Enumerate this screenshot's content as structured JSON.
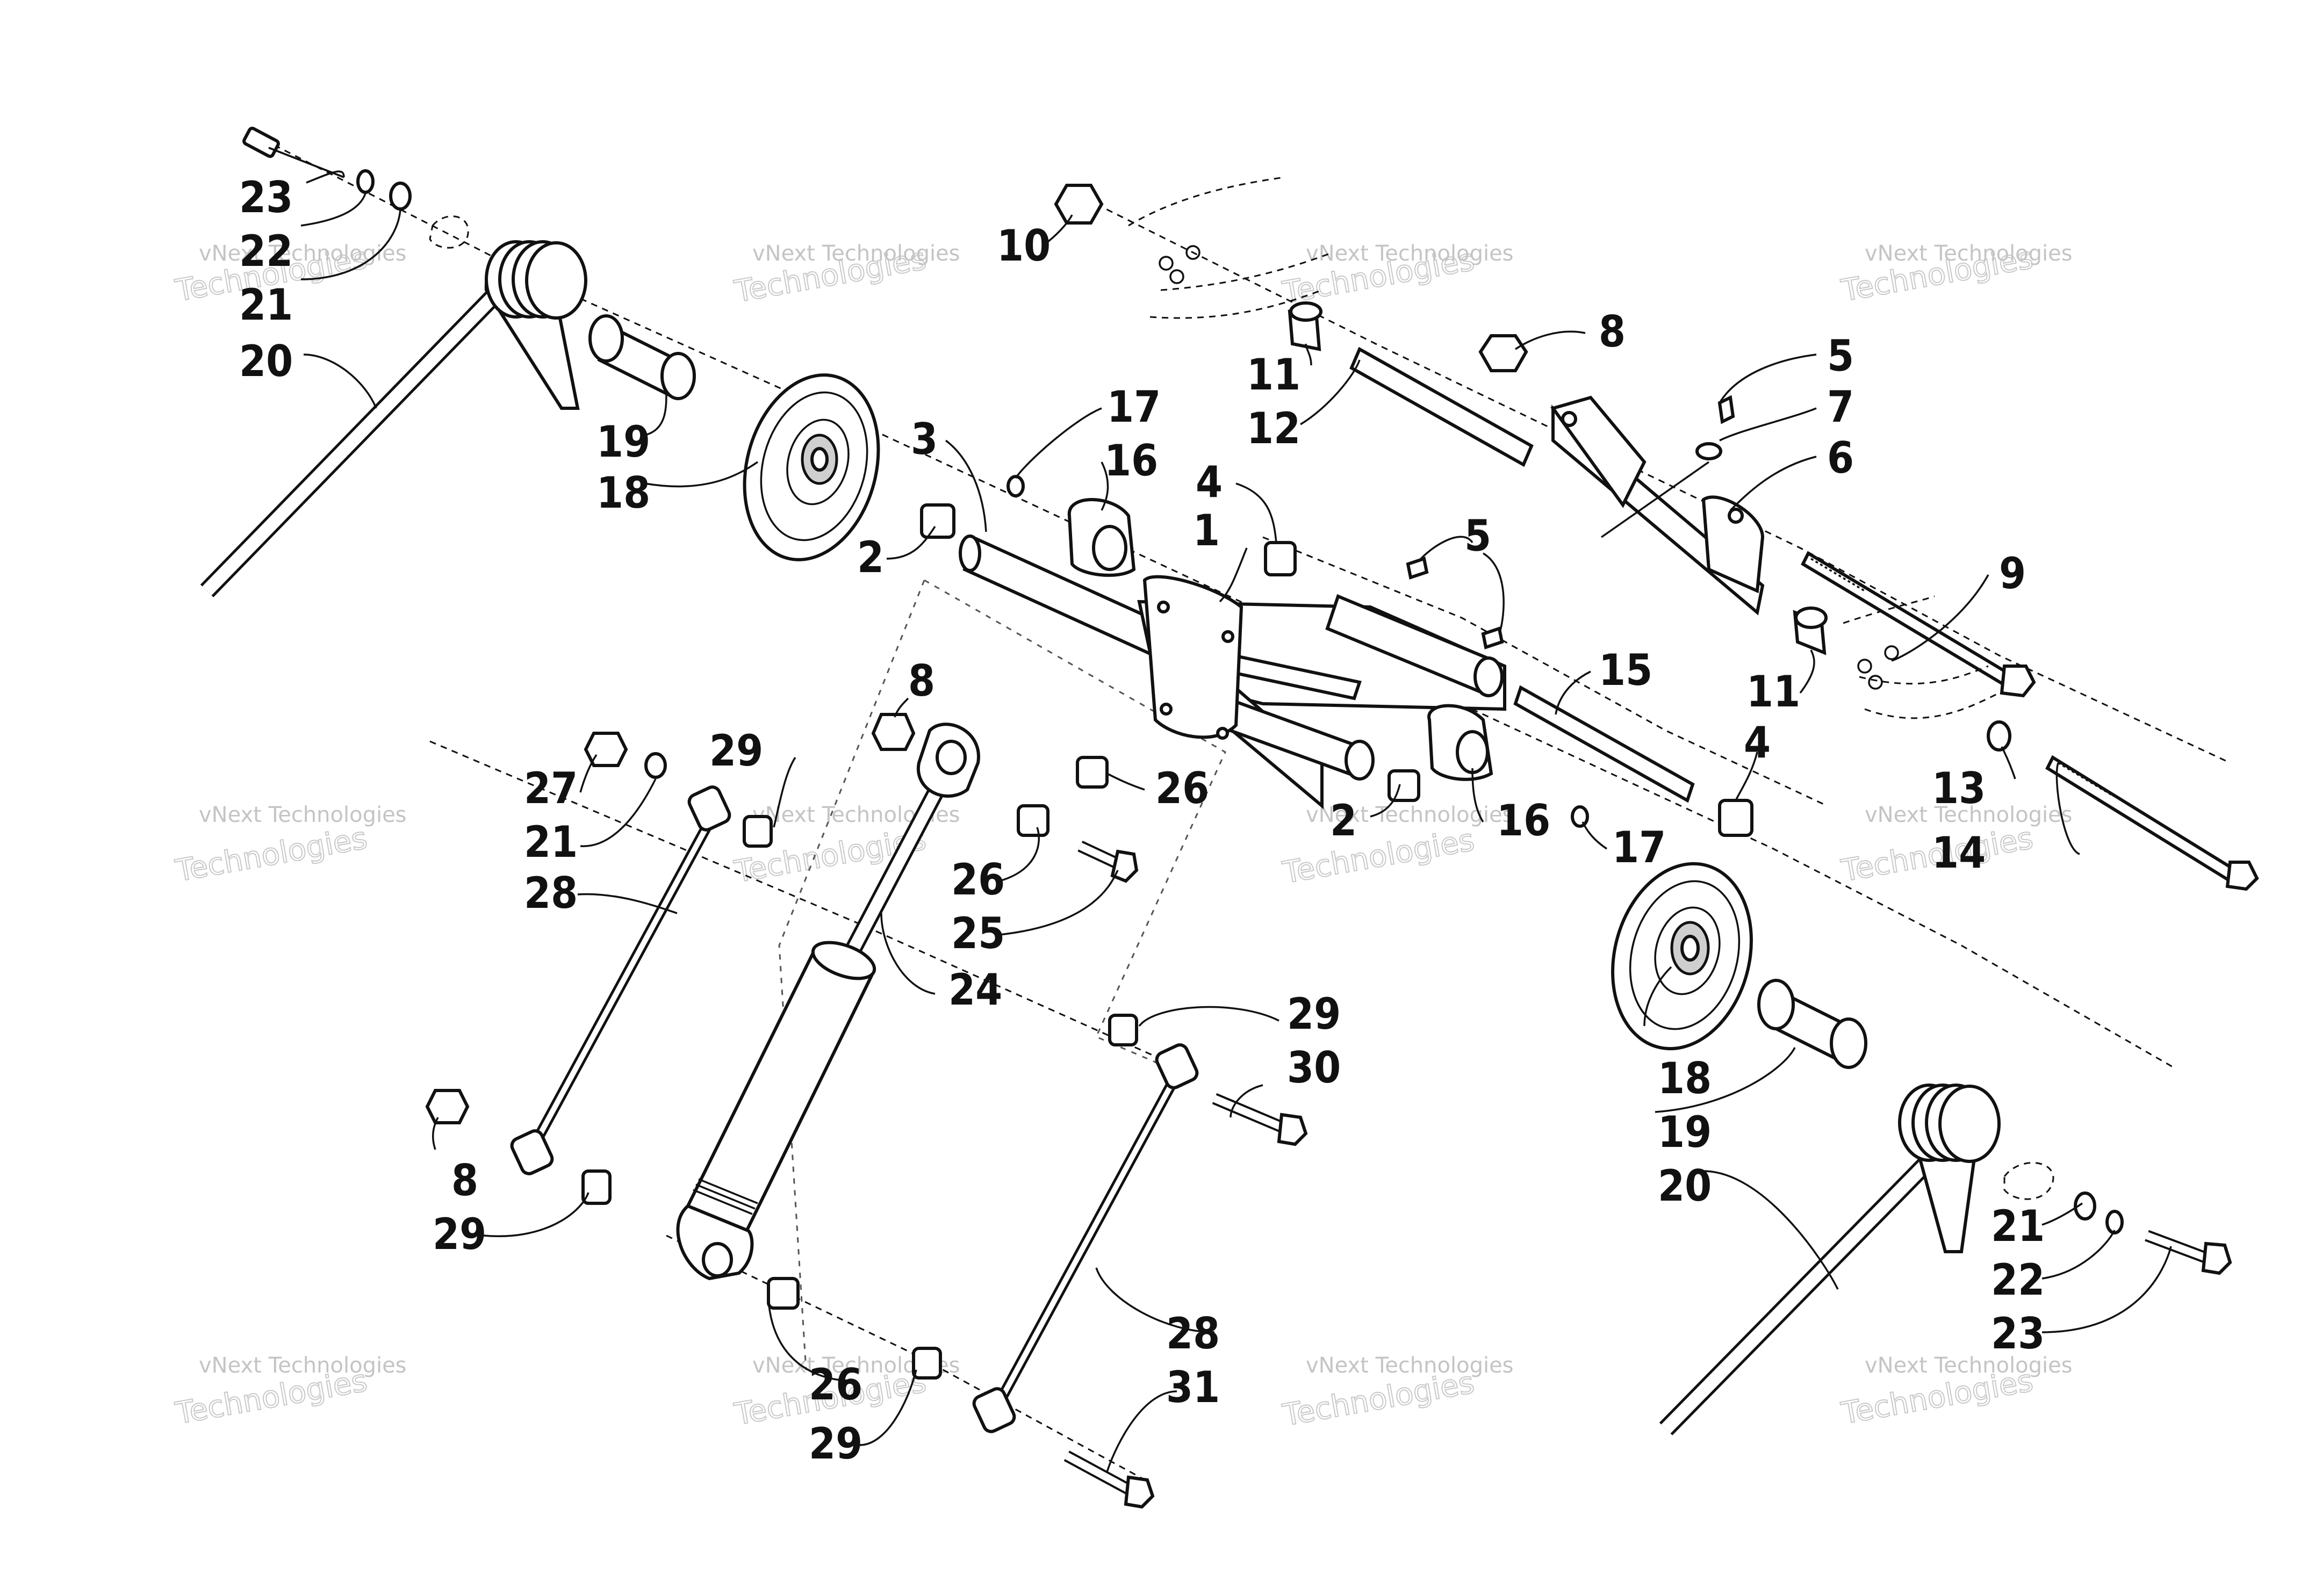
{
  "diagram": {
    "labels": [
      "23",
      "22",
      "21",
      "20",
      "19",
      "18",
      "10",
      "11",
      "12",
      "8",
      "5",
      "7",
      "6",
      "17",
      "16",
      "3",
      "2",
      "4",
      "1",
      "5",
      "9",
      "11",
      "15",
      "4",
      "13",
      "14",
      "8",
      "27",
      "21",
      "29",
      "28",
      "26",
      "26",
      "25",
      "24",
      "2",
      "16",
      "17",
      "29",
      "30",
      "18",
      "19",
      "20",
      "21",
      "22",
      "23",
      "8",
      "29",
      "28",
      "31",
      "26",
      "29"
    ],
    "watermark_line1": "vNext Technologies",
    "watermark_line2": "Technologies"
  }
}
